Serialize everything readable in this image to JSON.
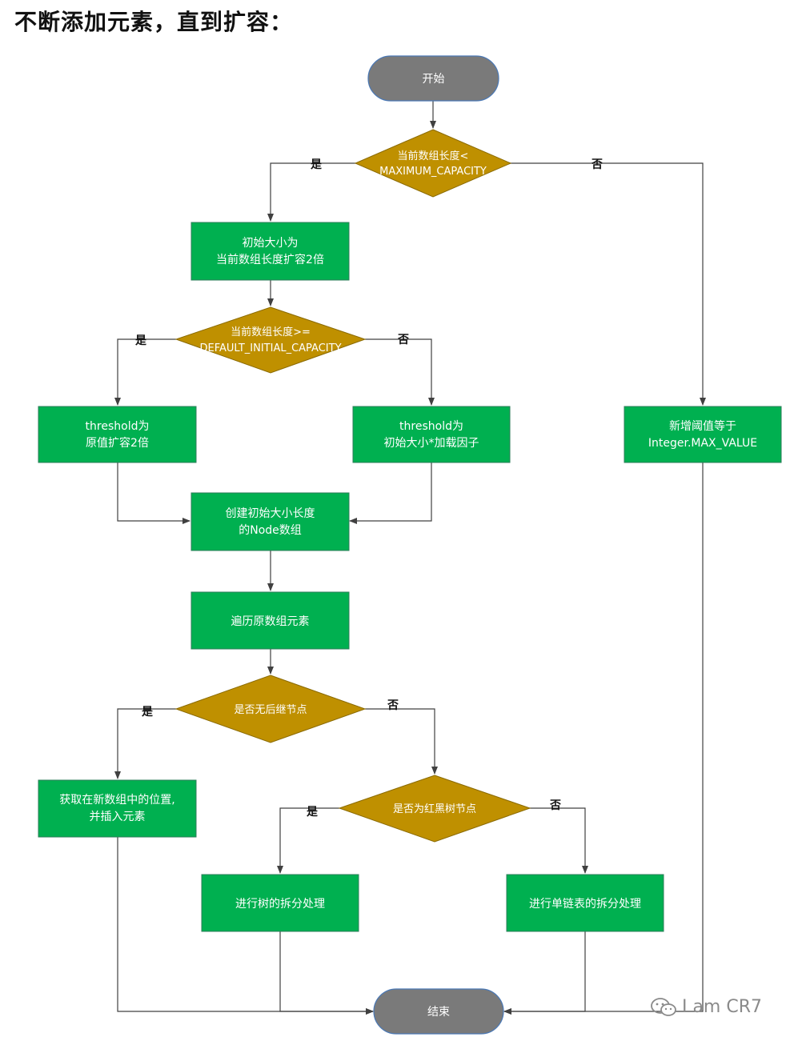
{
  "page": {
    "title": "不断添加元素，直到扩容："
  },
  "nodes": {
    "start": "开始",
    "cond_max": [
      "当前数组长度<",
      "MAXIMUM_CAPACITY"
    ],
    "init_size": [
      "初始大小为",
      "当前数组长度扩容2倍"
    ],
    "cond_default": [
      "当前数组长度>=",
      "DEFAULT_INITIAL_CAPACITY"
    ],
    "threshold_double": [
      "threshold为",
      "原值扩容2倍"
    ],
    "threshold_factor": [
      "threshold为",
      "初始大小*加载因子"
    ],
    "new_threshold": [
      "新增阈值等于",
      "Integer.MAX_VALUE"
    ],
    "create_array": [
      "创建初始大小长度",
      "的Node数组"
    ],
    "traverse": "遍历原数组元素",
    "cond_no_successor": "是否无后继节点",
    "get_position": [
      "获取在新数组中的位置,",
      "并插入元素"
    ],
    "cond_rbtree": "是否为红黑树节点",
    "split_tree": "进行树的拆分处理",
    "split_list": "进行单链表的拆分处理",
    "end": "结束"
  },
  "labels": {
    "yes": "是",
    "no": "否"
  },
  "watermark": "I am CR7",
  "colors": {
    "terminal": "#7a7a7a",
    "decision": "#bf9000",
    "process": "#00b050",
    "line": "#404040"
  }
}
